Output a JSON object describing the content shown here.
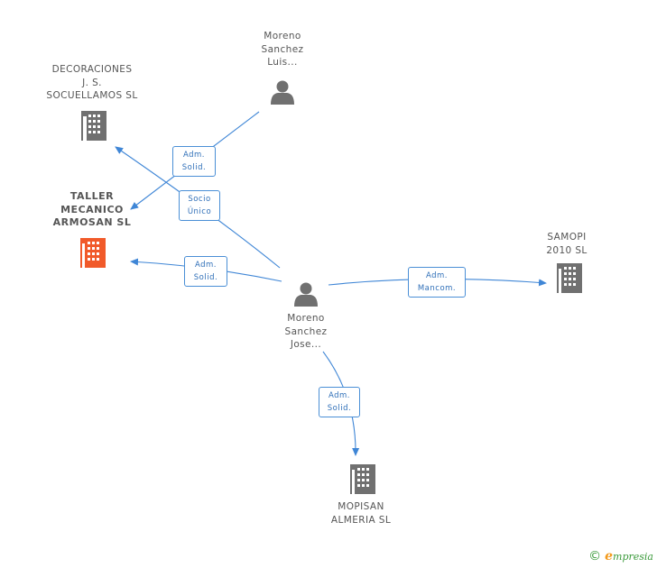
{
  "colors": {
    "edge": "#3f86d6",
    "node_icon": "#707070",
    "focus_icon": "#f15a2a",
    "label": "#555555"
  },
  "nodes": {
    "decoraciones": {
      "lines": [
        "DECORACIONES",
        "J. S.",
        "SOCUELLAMOS SL"
      ],
      "icon": "building-icon"
    },
    "moreno_luis": {
      "lines": [
        "Moreno",
        "Sanchez",
        "Luis..."
      ],
      "icon": "person-icon"
    },
    "taller": {
      "lines": [
        "TALLER",
        "MECANICO",
        "ARMOSAN SL"
      ],
      "icon": "building-icon",
      "focus": true
    },
    "samopi": {
      "lines": [
        "SAMOPI",
        "2010 SL"
      ],
      "icon": "building-icon"
    },
    "moreno_jose": {
      "lines": [
        "Moreno",
        "Sanchez",
        "Jose..."
      ],
      "icon": "person-icon"
    },
    "mopisan": {
      "lines": [
        "MOPISAN",
        "ALMERIA SL"
      ],
      "icon": "building-icon"
    }
  },
  "edges": {
    "luis_taller": {
      "lines": [
        "Adm.",
        "Solid."
      ]
    },
    "jose_decoraciones": {
      "lines": [
        "Socio",
        "Único"
      ]
    },
    "jose_taller": {
      "lines": [
        "Adm.",
        "Solid."
      ]
    },
    "jose_samopi": {
      "lines": [
        "Adm.",
        "Mancom."
      ]
    },
    "jose_mopisan": {
      "lines": [
        "Adm.",
        "Solid."
      ]
    }
  },
  "footer": {
    "copyright_symbol": "©",
    "brand_initial": "e",
    "brand_rest": "mpresia"
  }
}
